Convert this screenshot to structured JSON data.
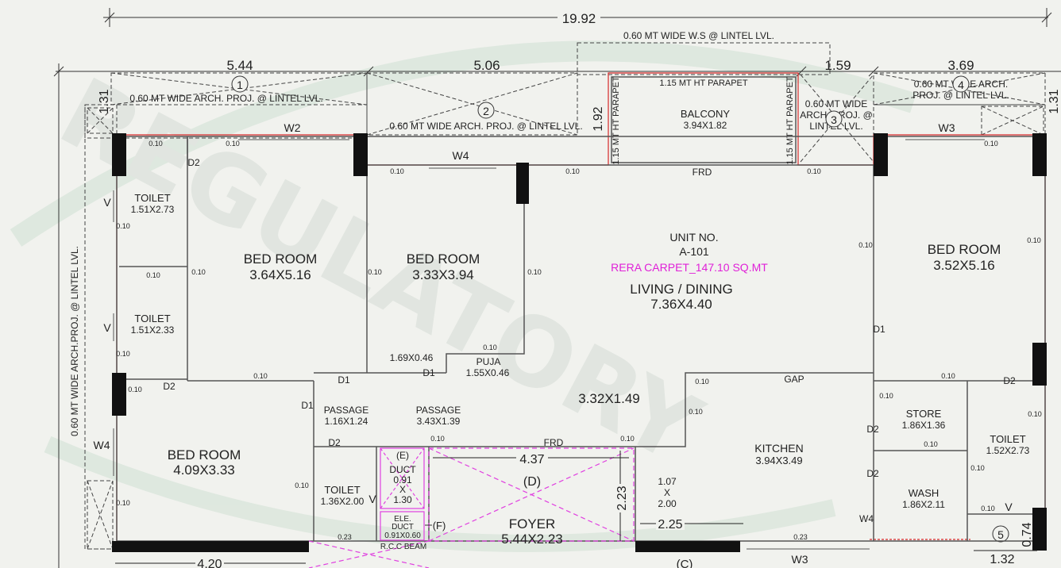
{
  "colors": {
    "background": "#f1f2ee",
    "wall": "#555555",
    "dark": "#111111",
    "red": "#d62a2a",
    "magenta": "#e040e0",
    "rera": "#e020d8",
    "dim": "#222222",
    "watermark": "#c9d9cc"
  },
  "watermark": {
    "text": "REGULATORY"
  },
  "unit": {
    "label": "UNIT NO.",
    "number": "A-101",
    "rera": "RERA CARPET_147.10 SQ.MT"
  },
  "dimensions": {
    "overall": "19.92",
    "top_seg1": "5.44",
    "top_seg2": "5.06",
    "top_seg3": "1.59",
    "top_seg4": "3.69",
    "proj_left": "1.31",
    "proj_right": "1.31",
    "balcony_depth": "1.92",
    "bottom_left": "4.20",
    "foyer_width": "4.37",
    "foyer_height": "2.23",
    "foyer_depth": "2.25",
    "right_bottom_a": "0.74",
    "right_bottom_b": "1.32"
  },
  "notes": {
    "ws_lintel": "0.60 MT WIDE W.S @ LINTEL LVL.",
    "arch_proj": "0.60 MT WIDE ARCH. PROJ. @ LINTEL LVL.",
    "arch_proj_right_1": "0.60 MT WIDE ARCH.",
    "arch_proj_right_2": "PROJ. @ LINTEL LVL.",
    "arch_proj_mid_1": "0.60 MT WIDE",
    "arch_proj_mid_2": "ARCH. PROJ. @",
    "arch_proj_mid_3": "LINTEL LVL.",
    "arch_proj_vertical": "0.60 MT WIDE ARCH.PROJ. @ LINTEL LVL.",
    "parapet": "1.15 MT HT PARAPET",
    "gap": "GAP",
    "rcc_beam": "R.C.C BEAM"
  },
  "markers": {
    "m1": "1",
    "m2": "2",
    "m3": "3",
    "m4": "4",
    "m5": "5"
  },
  "rooms": {
    "balcony": {
      "name": "BALCONY",
      "size": "3.94X1.82"
    },
    "toilet1": {
      "name": "TOILET",
      "size": "1.51X2.73"
    },
    "toilet2": {
      "name": "TOILET",
      "size": "1.51X2.33"
    },
    "bed1": {
      "name": "BED ROOM",
      "size": "3.64X5.16"
    },
    "bed2": {
      "name": "BED ROOM",
      "size": "3.33X3.94"
    },
    "living": {
      "name": "LIVING / DINING",
      "size": "7.36X4.40"
    },
    "bed3": {
      "name": "BED ROOM",
      "size": "3.52X5.16"
    },
    "bed4": {
      "name": "BED ROOM",
      "size": "4.09X3.33"
    },
    "niche": {
      "size": "1.69X0.46"
    },
    "puja": {
      "name": "PUJA",
      "size": "1.55X0.46"
    },
    "central": {
      "size": "3.32X1.49"
    },
    "passage1": {
      "name": "PASSAGE",
      "size": "1.16X1.24"
    },
    "passage2": {
      "name": "PASSAGE",
      "size": "3.43X1.39"
    },
    "toilet3": {
      "name": "TOILET",
      "size": "1.36X2.00"
    },
    "duct_e": {
      "label": "(E)",
      "name": "DUCT",
      "dim1": "0.91",
      "dim2": "X",
      "dim3": "1.30"
    },
    "ele_duct": {
      "name1": "ELE.",
      "name2": "DUCT",
      "size": "0.91X0.60",
      "label": "(F)"
    },
    "foyer": {
      "label": "(D)",
      "name": "FOYER",
      "size": "5.44X2.23"
    },
    "foyer_side": {
      "dim1": "1.07",
      "dim2": "X",
      "dim3": "2.00"
    },
    "kitchen": {
      "name": "KITCHEN",
      "size": "3.94X3.49"
    },
    "store": {
      "name": "STORE",
      "size": "1.86X1.36"
    },
    "wash": {
      "name": "WASH",
      "size": "1.86X2.11"
    },
    "toilet4": {
      "name": "TOILET",
      "size": "1.52X2.73"
    },
    "c_label": {
      "label": "(C)"
    }
  },
  "openings": {
    "w2": "W2",
    "w3": "W3",
    "w4": "W4",
    "d1": "D1",
    "d2": "D2",
    "frd": "FRD",
    "v": "V"
  },
  "wall_thickness": {
    "t": "0.10",
    "t23": "0.23"
  }
}
